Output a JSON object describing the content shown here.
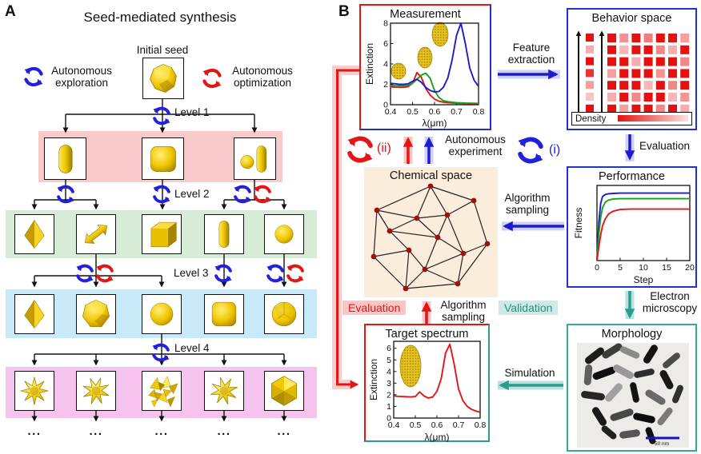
{
  "colors": {
    "blue": "#1c1ccf",
    "red": "#e31515",
    "green": "#18a018",
    "teal": "#2a9d8f",
    "gold": "#edc600",
    "pink_row": "#f8caca",
    "green_row": "#d6ecd6",
    "blue_row": "#c8e9f8",
    "magenta_row": "#f6c3ee",
    "chem_bg": "#fbeddb",
    "heat_red": "#e51010"
  },
  "panel_a": {
    "label": "A",
    "title": "Seed-mediated synthesis",
    "initial_seed_label": "Initial seed",
    "initial_seed_shape": "#p-seed",
    "legend_exploration": {
      "line1": "Autonomous",
      "line2": "exploration"
    },
    "legend_optimization": {
      "line1": "Autonomous",
      "line2": "optimization"
    },
    "levels": [
      "Level 1",
      "Level 2",
      "Level 3",
      "Level 4"
    ],
    "ellipsis": "...",
    "rows": [
      {
        "shapes": [
          "#p-rod",
          "#p-rcube",
          "#p-sphererod"
        ]
      },
      {
        "shapes": [
          "#p-octa",
          "#p-arrowrod",
          "#p-cube",
          "#p-capsule",
          "#p-sphere"
        ]
      },
      {
        "shapes": [
          "#p-octa",
          "#p-tpoly",
          "#p-sphere",
          "#p-rcube",
          "#p-fsphere"
        ]
      },
      {
        "shapes": [
          "#p-star",
          "#p-star",
          "#p-urchin",
          "#p-star",
          "#p-icosa"
        ]
      }
    ]
  },
  "panel_b": {
    "label": "B",
    "measurement": {
      "title": "Measurement",
      "ylabel": "Extinction",
      "xlabel": "λ(μm)"
    },
    "behavior": {
      "title": "Behavior space",
      "density_label": "Density"
    },
    "performance": {
      "title": "Performance",
      "ylabel": "Fitness",
      "xlabel": "Step"
    },
    "chemical": {
      "title": "Chemical space"
    },
    "target": {
      "title": "Target spectrum",
      "ylabel": "Extinction",
      "xlabel": "λ(μm)"
    },
    "morphology": {
      "title": "Morphology",
      "scalebar_label": "50 nm"
    },
    "flow": {
      "feature_extraction": {
        "line1": "Feature",
        "line2": "extraction"
      },
      "evaluation": "Evaluation",
      "algorithm_sampling_1": {
        "line1": "Algorithm",
        "line2": "sampling"
      },
      "algorithm_sampling_2": {
        "line1": "Algorithm",
        "line2": "sampling"
      },
      "autonomous_experiment": {
        "line1": "Autonomous",
        "line2": "experiment"
      },
      "evaluation_loop": "Evaluation",
      "validation": "Validation",
      "simulation": "Simulation",
      "electron_microscopy": {
        "line1": "Electron",
        "line2": "microscopy"
      },
      "cycle_i": "(i)",
      "cycle_ii": "(ii)"
    }
  },
  "chart_data": [
    {
      "id": "measurement",
      "type": "line",
      "title": "Measurement",
      "xlabel": "λ(μm)",
      "ylabel": "Extinction",
      "xlim": [
        0.4,
        0.8
      ],
      "ylim": [
        0,
        8
      ],
      "xticks": [
        0.4,
        0.5,
        0.6,
        0.7,
        0.8
      ],
      "yticks": [
        0,
        2,
        4,
        6,
        8
      ],
      "x": [
        0.4,
        0.42,
        0.44,
        0.46,
        0.48,
        0.5,
        0.52,
        0.54,
        0.56,
        0.58,
        0.6,
        0.62,
        0.64,
        0.66,
        0.68,
        0.7,
        0.72,
        0.74,
        0.76,
        0.78,
        0.8
      ],
      "series": [
        {
          "name": "red",
          "color": "#e31515",
          "values": [
            1.75,
            1.72,
            1.7,
            1.7,
            1.78,
            2.1,
            3.15,
            2.7,
            1.6,
            0.95,
            0.55,
            0.35,
            0.25,
            0.2,
            0.17,
            0.15,
            0.13,
            0.12,
            0.11,
            0.1,
            0.1
          ]
        },
        {
          "name": "green",
          "color": "#18a018",
          "values": [
            1.9,
            1.87,
            1.85,
            1.85,
            1.9,
            2.1,
            2.5,
            2.9,
            3.1,
            2.6,
            1.4,
            0.7,
            0.4,
            0.3,
            0.25,
            0.2,
            0.18,
            0.16,
            0.15,
            0.14,
            0.13
          ]
        },
        {
          "name": "blue",
          "color": "#1c1ccf",
          "values": [
            2.1,
            2.05,
            2.0,
            2.0,
            2.05,
            2.3,
            2.5,
            2.2,
            1.7,
            1.4,
            1.25,
            1.3,
            1.7,
            2.6,
            4.4,
            6.8,
            8.0,
            6.0,
            3.6,
            2.4,
            1.8
          ]
        }
      ]
    },
    {
      "id": "behavior_space",
      "type": "heatmap",
      "title": "Behavior space",
      "legend": "Density",
      "left_column": [
        1,
        0.35,
        1,
        0.85,
        0.4,
        0.25,
        1
      ],
      "grid": [
        [
          1,
          0.45,
          1,
          0.55,
          1,
          1,
          0.4
        ],
        [
          1,
          0.3,
          1,
          1,
          0.5,
          0.35,
          1
        ],
        [
          1,
          1,
          0.35,
          1,
          1,
          1,
          0.5
        ],
        [
          0.4,
          1,
          1,
          1,
          0.45,
          1,
          1
        ],
        [
          1,
          1,
          1,
          0.3,
          1,
          0.5,
          1
        ],
        [
          0.35,
          1,
          0.5,
          1,
          1,
          0.3,
          0.45
        ],
        [
          1,
          0.4,
          1,
          1,
          0.5,
          1,
          0.35
        ]
      ]
    },
    {
      "id": "performance",
      "type": "line",
      "title": "Performance",
      "xlabel": "Step",
      "ylabel": "Fitness",
      "xlim": [
        0,
        20
      ],
      "ylim": [
        0,
        1.08
      ],
      "xticks": [
        0,
        5,
        10,
        15,
        20
      ],
      "yticks": [],
      "x": [
        0,
        0.4,
        0.8,
        1.2,
        1.8,
        2.5,
        3.5,
        5,
        7,
        10,
        14,
        20
      ],
      "series": [
        {
          "name": "blue",
          "color": "#1c1ccf",
          "values": [
            0,
            0.55,
            0.82,
            0.92,
            0.95,
            0.96,
            0.965,
            0.97,
            0.97,
            0.97,
            0.97,
            0.97
          ]
        },
        {
          "name": "green",
          "color": "#18a018",
          "values": [
            0,
            0.38,
            0.62,
            0.76,
            0.84,
            0.87,
            0.885,
            0.89,
            0.89,
            0.89,
            0.89,
            0.89
          ]
        },
        {
          "name": "red",
          "color": "#e31515",
          "values": [
            0,
            0.2,
            0.37,
            0.5,
            0.6,
            0.67,
            0.71,
            0.735,
            0.74,
            0.74,
            0.74,
            0.74
          ]
        }
      ]
    },
    {
      "id": "target_spectrum",
      "type": "line",
      "title": "Target spectrum",
      "xlabel": "λ(μm)",
      "ylabel": "Extinction",
      "xlim": [
        0.4,
        0.8
      ],
      "ylim": [
        0,
        6.6
      ],
      "xticks": [
        0.4,
        0.5,
        0.6,
        0.7,
        0.8
      ],
      "yticks": [
        0,
        1,
        2,
        3,
        4,
        5,
        6
      ],
      "x": [
        0.4,
        0.42,
        0.44,
        0.46,
        0.48,
        0.5,
        0.52,
        0.54,
        0.56,
        0.58,
        0.6,
        0.62,
        0.64,
        0.66,
        0.68,
        0.7,
        0.72,
        0.74,
        0.76,
        0.78,
        0.8
      ],
      "series": [
        {
          "name": "red",
          "color": "#e31515",
          "values": [
            1.9,
            1.87,
            1.85,
            1.83,
            1.82,
            1.85,
            2.25,
            1.9,
            1.72,
            1.8,
            2.3,
            3.4,
            5.6,
            6.35,
            4.6,
            2.5,
            1.5,
            1.0,
            0.75,
            0.6,
            0.5
          ]
        }
      ]
    }
  ]
}
